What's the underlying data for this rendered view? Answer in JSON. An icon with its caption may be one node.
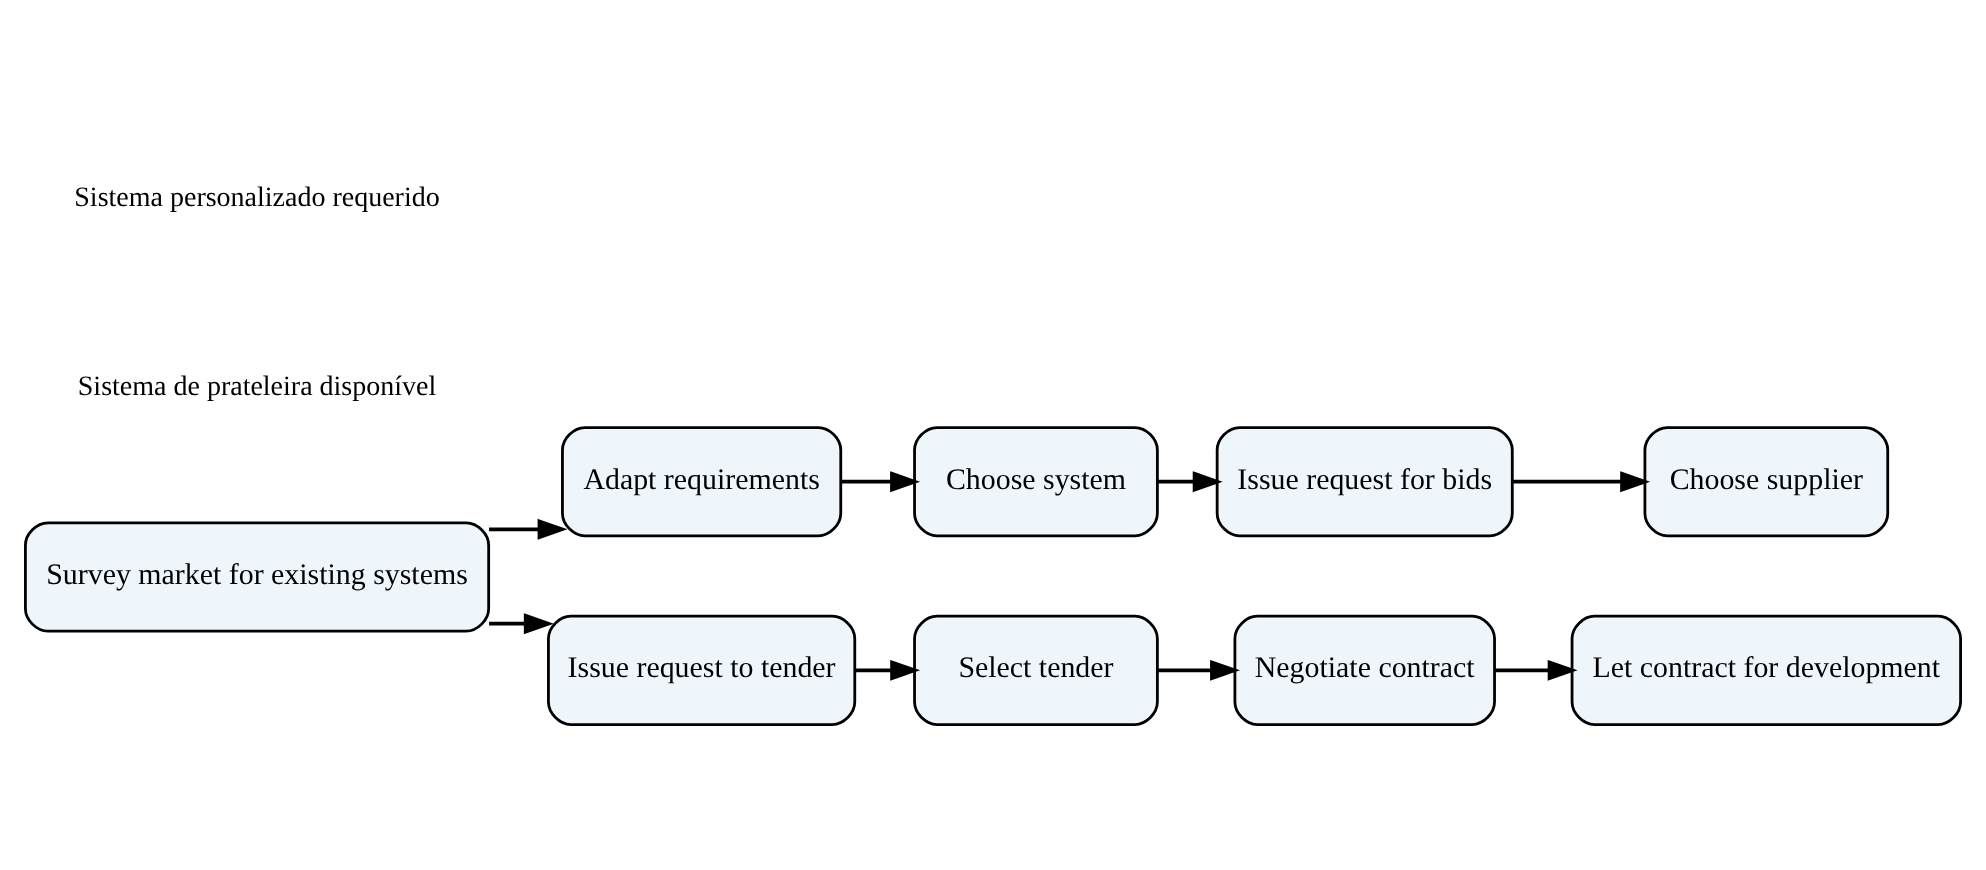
{
  "diagram": {
    "nodes": [
      {
        "text": [
          "Survey market for existing systems"
        ]
      },
      {
        "text": [
          "Adapt requirements"
        ]
      },
      {
        "text": [
          "Choose system"
        ]
      },
      {
        "text": [
          "Issue request for bids"
        ]
      },
      {
        "text": [
          "Choose supplier"
        ]
      },
      {
        "text": [
          "Issue request to tender"
        ]
      },
      {
        "text": [
          "Select tender"
        ]
      },
      {
        "text": [
          "Negotiate contract"
        ]
      },
      {
        "text": [
          "Let contract for development"
        ]
      }
    ],
    "edges": [
      {
        "from": 0,
        "to": 1,
        "arrow": "to"
      },
      {
        "from": 1,
        "to": 2,
        "arrow": "to"
      },
      {
        "from": 2,
        "to": 3,
        "arrow": "to"
      },
      {
        "from": 3,
        "to": 4,
        "arrow": "to"
      },
      {
        "from": 0,
        "to": 5,
        "arrow": "to"
      },
      {
        "from": 5,
        "to": 6,
        "arrow": "to"
      },
      {
        "from": 6,
        "to": 7,
        "arrow": "to"
      },
      {
        "from": 7,
        "to": 8,
        "arrow": "to"
      }
    ],
    "labels": [
      "Sistema de prateleira disponível",
      "Sistema personalizado requerido"
    ]
  }
}
